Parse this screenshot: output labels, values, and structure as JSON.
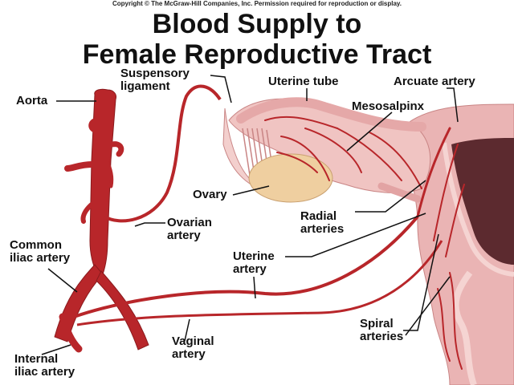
{
  "copyright": "Copyright © The McGraw-Hill Companies, Inc. Permission required for reproduction or display.",
  "title": {
    "line1": "Blood Supply to",
    "line2": "Female Reproductive Tract"
  },
  "labels": {
    "aorta": "Aorta",
    "suspensory_ligament": [
      "Suspensory",
      "ligament"
    ],
    "uterine_tube": "Uterine tube",
    "arcuate_artery": "Arcuate artery",
    "mesosalpinx": "Mesosalpinx",
    "ovary": "Ovary",
    "ovarian_artery": [
      "Ovarian",
      "artery"
    ],
    "radial_arteries": [
      "Radial",
      "arteries"
    ],
    "common_iliac_artery": [
      "Common",
      "iliac artery"
    ],
    "uterine_artery": [
      "Uterine",
      "artery"
    ],
    "spiral_arteries": [
      "Spiral",
      "arteries"
    ],
    "vaginal_artery": [
      "Vaginal",
      "artery"
    ],
    "internal_iliac_artery": [
      "Internal",
      "iliac artery"
    ]
  },
  "colors": {
    "artery": "#b8262a",
    "artery_dark": "#8a1a1d",
    "tissue_pink": "#eab4b4",
    "tissue_light": "#f5d4d2",
    "ovary": "#efcfa0",
    "uterine_cavity": "#5c2a2f",
    "leader_line": "#111111"
  }
}
